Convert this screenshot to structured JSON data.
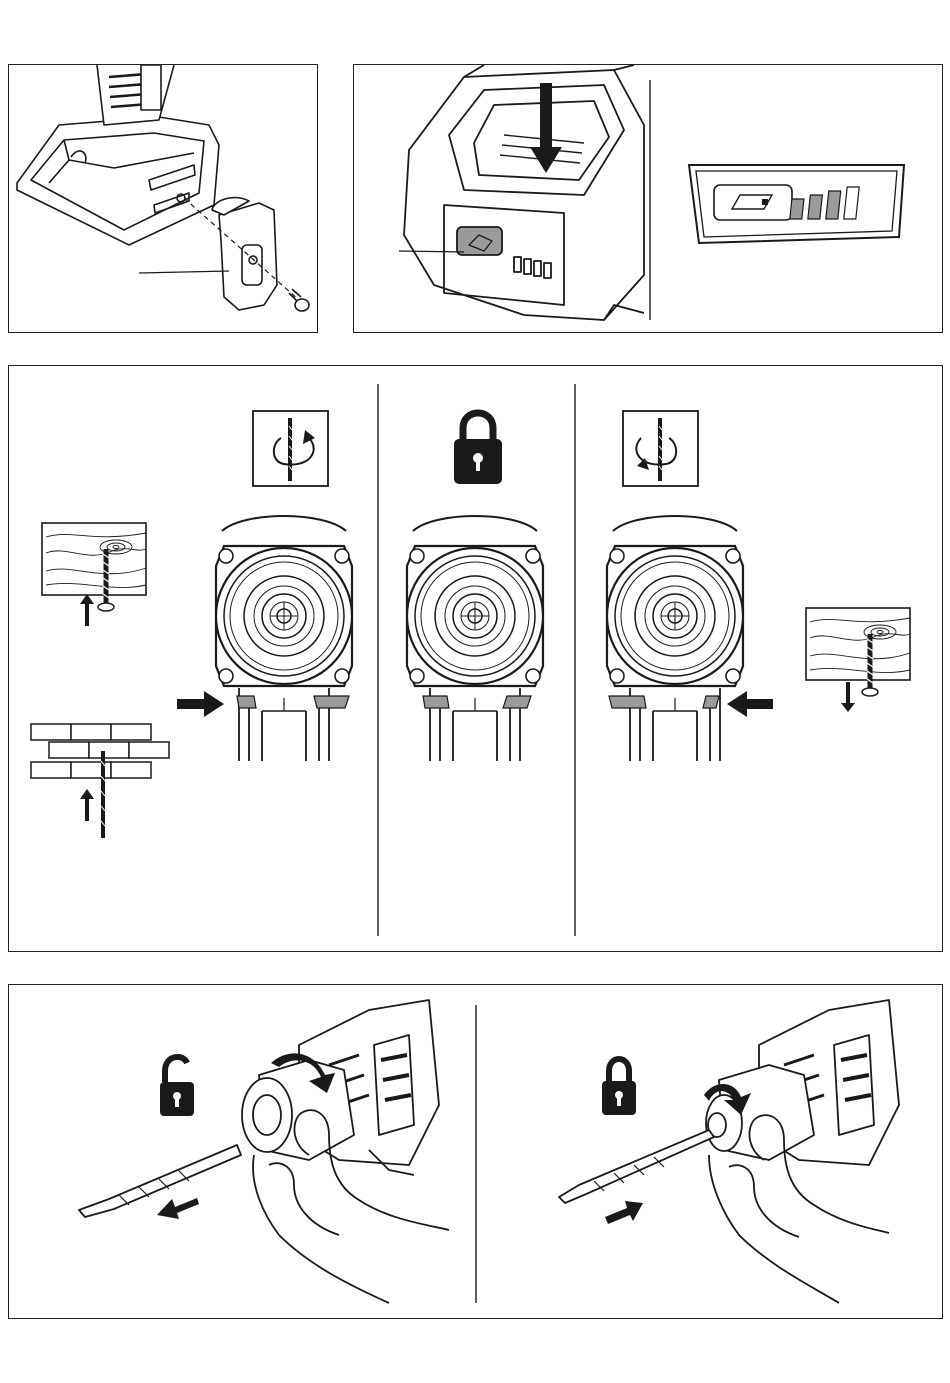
{
  "page": {
    "title": ""
  },
  "figures": {
    "belt_clip": {
      "name": "belt-clip-installation"
    },
    "battery_indicator": {
      "name": "battery-charge-indicator",
      "bars_lit": 3,
      "bars_total": 4
    },
    "direction_selector": {
      "sections": [
        {
          "name": "forward-rotation",
          "icon": "clockwise-rotation-icon",
          "applications": [
            "wood-screw-drive",
            "masonry-drill"
          ]
        },
        {
          "name": "center-lock",
          "icon": "padlock-locked-icon"
        },
        {
          "name": "reverse-rotation",
          "icon": "counterclockwise-rotation-icon",
          "applications": [
            "wood-screw-remove"
          ]
        }
      ]
    },
    "chuck": {
      "steps": [
        {
          "name": "remove-bit",
          "icon": "padlock-unlocked-icon"
        },
        {
          "name": "insert-bit",
          "icon": "padlock-locked-icon"
        }
      ]
    }
  },
  "colors": {
    "line": "#1a1a1a",
    "fill_gray": "#9a9a9a",
    "light_gray": "#cfcfcf"
  }
}
